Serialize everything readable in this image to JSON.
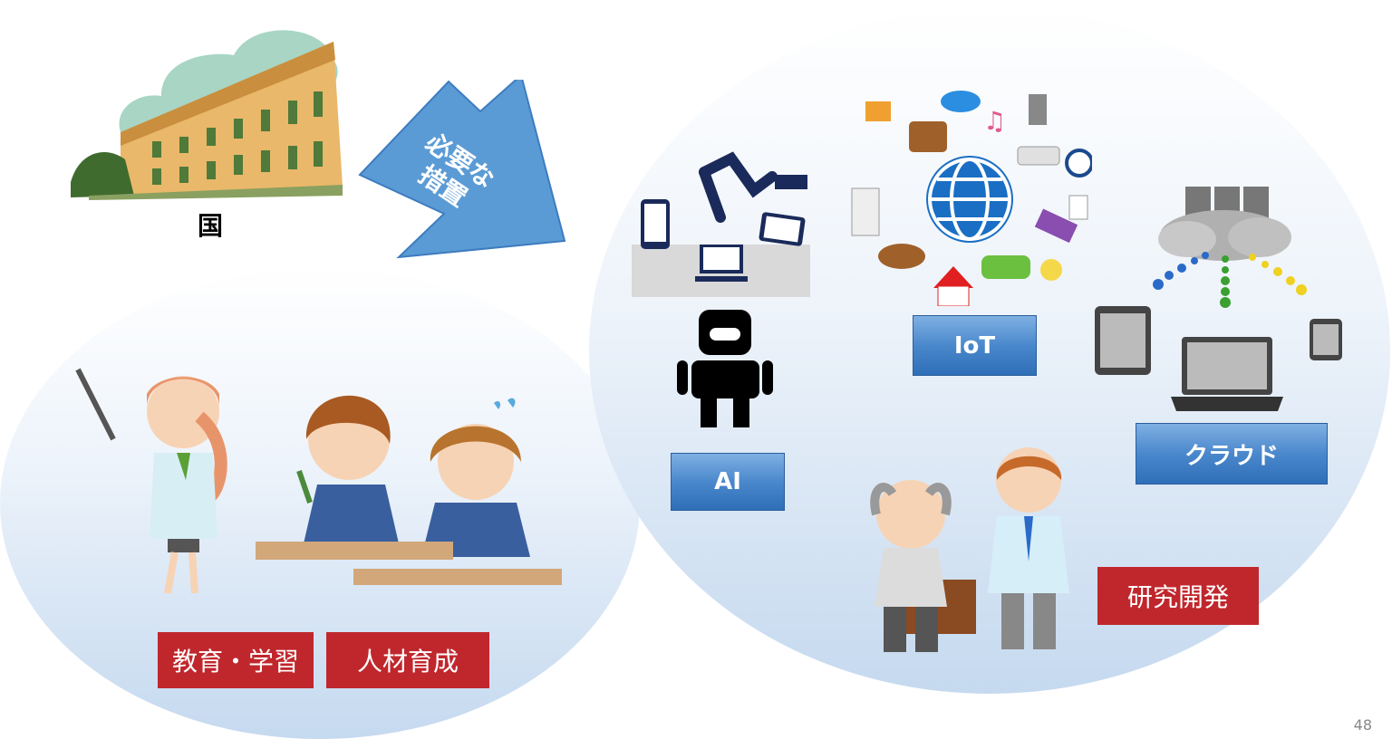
{
  "country_label": "国",
  "arrow_label_line1": "必要な",
  "arrow_label_line2": "措置",
  "tech_labels": {
    "ai": "AI",
    "iot": "IoT",
    "cloud": "クラウド"
  },
  "activity_labels": {
    "education": "教育・学習",
    "talent": "人材育成",
    "rnd": "研究開発"
  },
  "page_number": "48",
  "colors": {
    "blue_box": "#4a88cc",
    "red_box": "#c0272d",
    "arrow": "#5b9bd5",
    "ellipse": "#c5d9ef"
  },
  "icons": [
    "government-building-icon",
    "robot-arm-icon",
    "smartphone-icon",
    "laptop-icon",
    "tablet-icon",
    "robot-icon",
    "globe-icon",
    "shopping-cart-icon",
    "suitcase-icon",
    "game-controller-icon",
    "music-note-icon",
    "cutlery-icon",
    "air-conditioner-icon",
    "clock-icon",
    "plug-icon",
    "refrigerator-icon",
    "phone-icon",
    "dog-icon",
    "house-icon",
    "car-icon",
    "lightbulb-icon",
    "keyboard-icon",
    "document-icon",
    "server-icon",
    "cloud-icon"
  ]
}
